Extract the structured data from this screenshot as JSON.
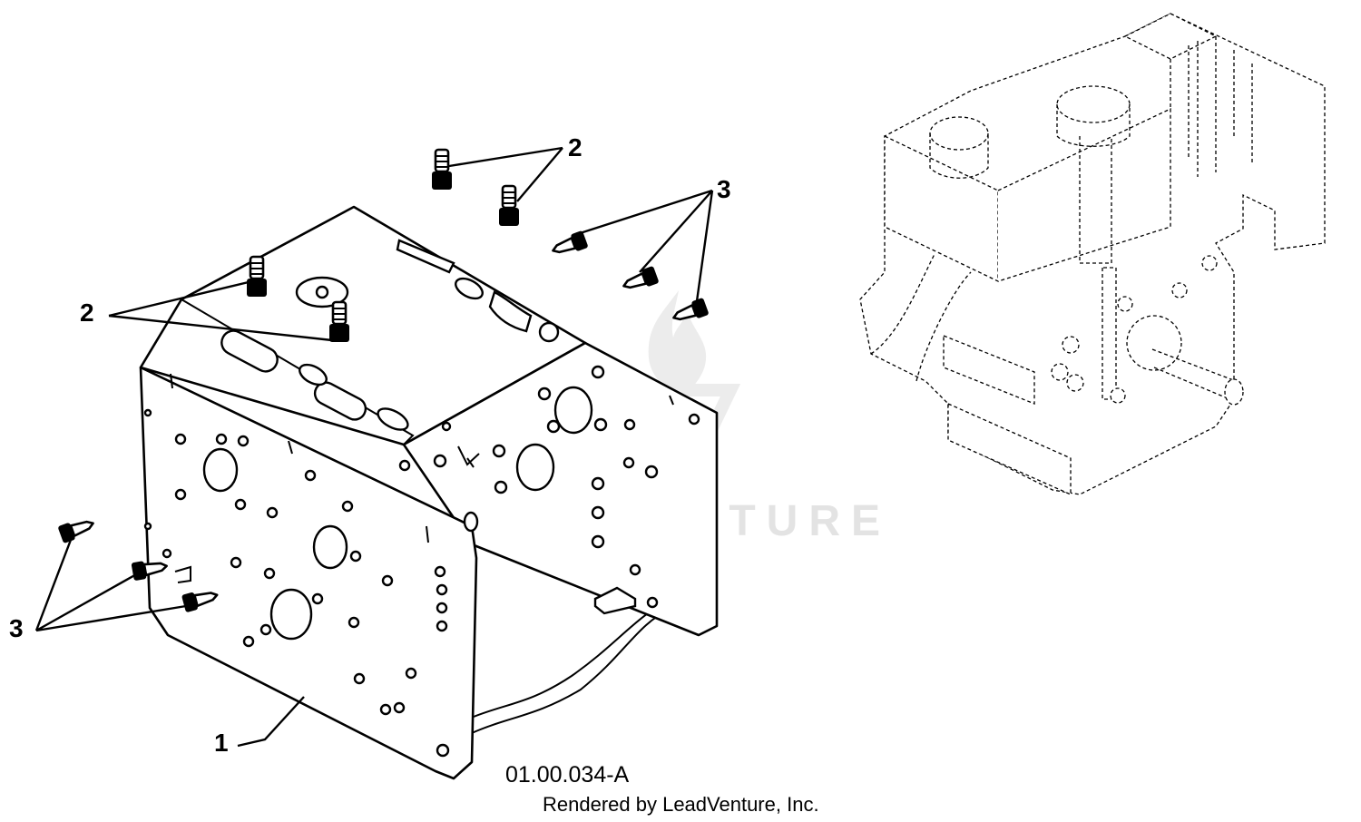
{
  "callouts": {
    "frame": "1",
    "studs_upper": "2",
    "studs_lower": "2",
    "bolts_right": "3",
    "bolts_left": "3"
  },
  "drawing_number": "01.00.034-A",
  "credit": "Rendered by LeadVenture, Inc.",
  "watermark": "LEADVENTURE",
  "icons": {
    "watermark_logo": "leadventure-flame-logo-icon",
    "engine": "engine-ghost-outline-icon",
    "stud": "stud-icon",
    "bolt": "flange-bolt-icon"
  },
  "colors": {
    "line": "#000000",
    "background": "#ffffff",
    "watermark": "#e3e3e3"
  }
}
